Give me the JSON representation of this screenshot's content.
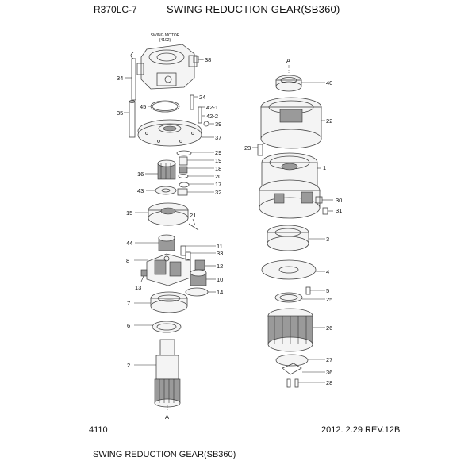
{
  "header": {
    "model": "R370LC-7",
    "title": "SWING REDUCTION GEAR(SB360)"
  },
  "footer": {
    "page_number": "4110",
    "revision": "2012. 2.29  REV.12B",
    "title": "SWING REDUCTION GEAR(SB360)"
  },
  "diagram": {
    "motor_caption": "SWING MOTOR",
    "motor_ref": "(4102)",
    "section_marker_top": "A",
    "section_marker_bottom": "A",
    "callouts": [
      "38",
      "34",
      "24",
      "45",
      "42-1",
      "42-2",
      "35",
      "39",
      "37",
      "29",
      "19",
      "16",
      "18",
      "20",
      "43",
      "17",
      "32",
      "15",
      "21",
      "44",
      "11",
      "33",
      "8",
      "12",
      "13",
      "10",
      "14",
      "7",
      "6",
      "2",
      "40",
      "22",
      "23",
      "1",
      "30",
      "31",
      "3",
      "4",
      "5",
      "25",
      "26",
      "27",
      "36",
      "28"
    ]
  }
}
